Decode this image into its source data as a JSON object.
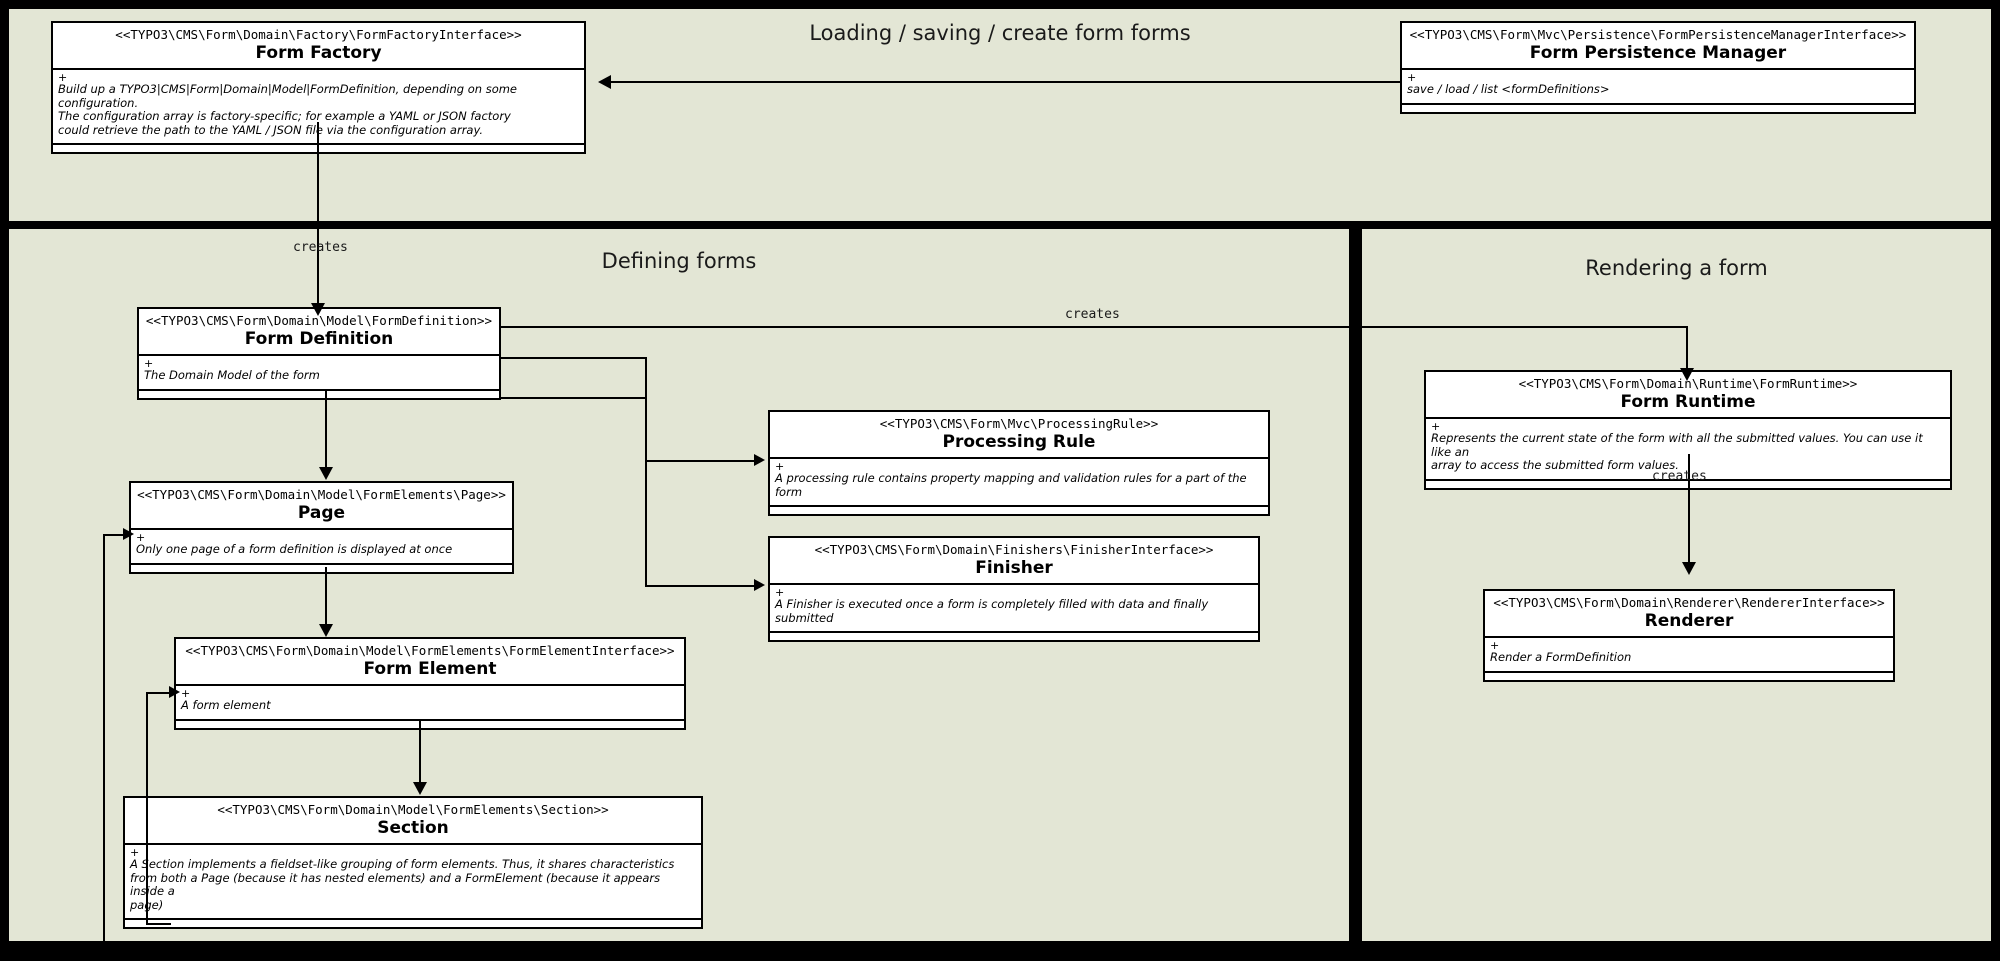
{
  "diagram": {
    "type": "uml-class-diagram",
    "background_color": "#e3e6d5",
    "border_color": "#000000",
    "box_fill": "#ffffff"
  },
  "panels": {
    "top": {
      "title": "Loading / saving / create form forms"
    },
    "defining": {
      "title": "Defining forms"
    },
    "rendering": {
      "title": "Rendering a form"
    }
  },
  "classes": {
    "form_factory": {
      "stereotype": "<<TYPO3\\CMS\\Form\\Domain\\Factory\\FormFactoryInterface>>",
      "name": "Form Factory",
      "visibility": "+",
      "description": "Build up a TYPO3|CMS|Form|Domain|Model|FormDefinition, depending on some configuration.\nThe configuration array is factory-specific; for example a YAML or JSON factory\ncould retrieve the path to the YAML / JSON file via the configuration array."
    },
    "form_persistence_manager": {
      "stereotype": "<<TYPO3\\CMS\\Form\\Mvc\\Persistence\\FormPersistenceManagerInterface>>",
      "name": "Form Persistence Manager",
      "visibility": "+",
      "description": "save / load / list <formDefinitions>"
    },
    "form_definition": {
      "stereotype": "<<TYPO3\\CMS\\Form\\Domain\\Model\\FormDefinition>>",
      "name": "Form Definition",
      "visibility": "+",
      "description": "The Domain Model of the form"
    },
    "page": {
      "stereotype": "<<TYPO3\\CMS\\Form\\Domain\\Model\\FormElements\\Page>>",
      "name": "Page",
      "visibility": "+",
      "description": "Only one page of a form definition is displayed at once"
    },
    "form_element": {
      "stereotype": "<<TYPO3\\CMS\\Form\\Domain\\Model\\FormElements\\FormElementInterface>>",
      "name": "Form Element",
      "visibility": "+",
      "description": "A form element"
    },
    "section": {
      "stereotype": "<<TYPO3\\CMS\\Form\\Domain\\Model\\FormElements\\Section>>",
      "name": "Section",
      "visibility": "+",
      "description": "A Section implements a fieldset-like grouping of form elements. Thus, it shares characteristics\nfrom both a Page (because it has nested elements) and a FormElement (because it appears inside a\npage)"
    },
    "processing_rule": {
      "stereotype": "<<TYPO3\\CMS\\Form\\Mvc\\ProcessingRule>>",
      "name": "Processing Rule",
      "visibility": "+",
      "description": "A processing rule contains property mapping and validation rules for a part of the form"
    },
    "finisher": {
      "stereotype": "<<TYPO3\\CMS\\Form\\Domain\\Finishers\\FinisherInterface>>",
      "name": "Finisher",
      "visibility": "+",
      "description": "A Finisher is executed once a form is completely filled with data and finally submitted"
    },
    "form_runtime": {
      "stereotype": "<<TYPO3\\CMS\\Form\\Domain\\Runtime\\FormRuntime>>",
      "name": "Form Runtime",
      "visibility": "+",
      "description": "Represents the current state of the form with all the submitted values. You can use it like an\narray to access the submitted form values."
    },
    "renderer": {
      "stereotype": "<<TYPO3\\CMS\\Form\\Domain\\Renderer\\RendererInterface>>",
      "name": "Renderer",
      "visibility": "+",
      "description": "Render a FormDefinition"
    }
  },
  "edges": {
    "persistence_to_factory": {
      "label": ""
    },
    "factory_creates_definition": {
      "label": "creates"
    },
    "definition_creates_runtime": {
      "label": "creates"
    },
    "runtime_creates_renderer": {
      "label": "creates"
    }
  }
}
